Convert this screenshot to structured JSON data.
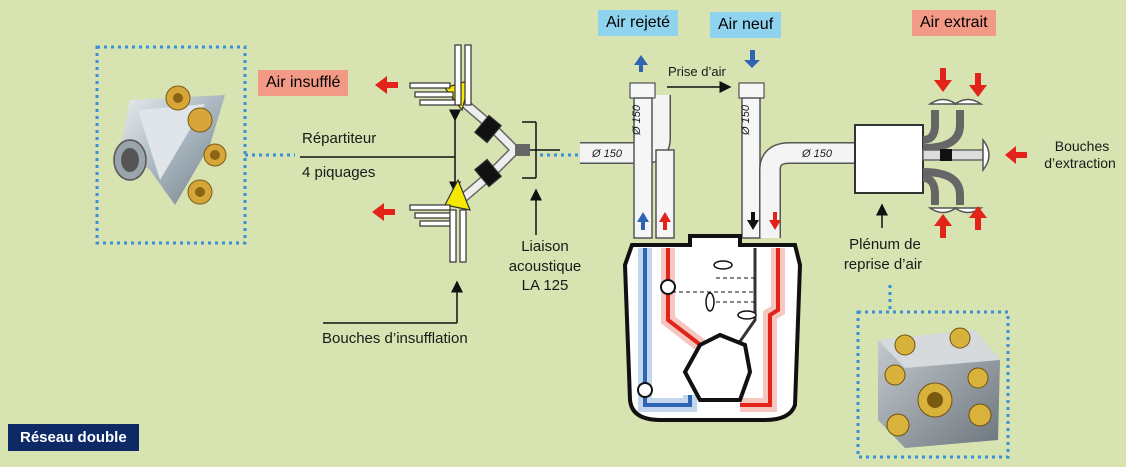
{
  "labels": {
    "air_rejete": "Air rejeté",
    "air_neuf": "Air neuf",
    "air_extrait": "Air extrait",
    "air_insuffle": "Air insufflé",
    "prise_air": "Prise d’air",
    "repartiteur": "Répartiteur",
    "piquages": "4 piquages",
    "liaison_1": "Liaison",
    "liaison_2": "acoustique",
    "liaison_3": "LA 125",
    "bouches_insufflation": "Bouches d’insufflation",
    "bouches_extraction_1": "Bouches",
    "bouches_extraction_2": "d’extraction",
    "plenum_1": "Plénum de",
    "plenum_2": "reprise d’air",
    "diam_left": "Ø 150",
    "diam_right": "Ø 150",
    "diam_vert_1": "Ø 150",
    "diam_vert_2": "Ø 150",
    "badge": "Réseau double"
  },
  "colors": {
    "background": "#d7e3b1",
    "tag_blue": "#8fd3ee",
    "tag_salmon": "#f29a85",
    "arrow_red": "#e32219",
    "arrow_blue": "#2f64b3",
    "dotted": "#3a8fd6",
    "badge": "#0e2a66"
  }
}
